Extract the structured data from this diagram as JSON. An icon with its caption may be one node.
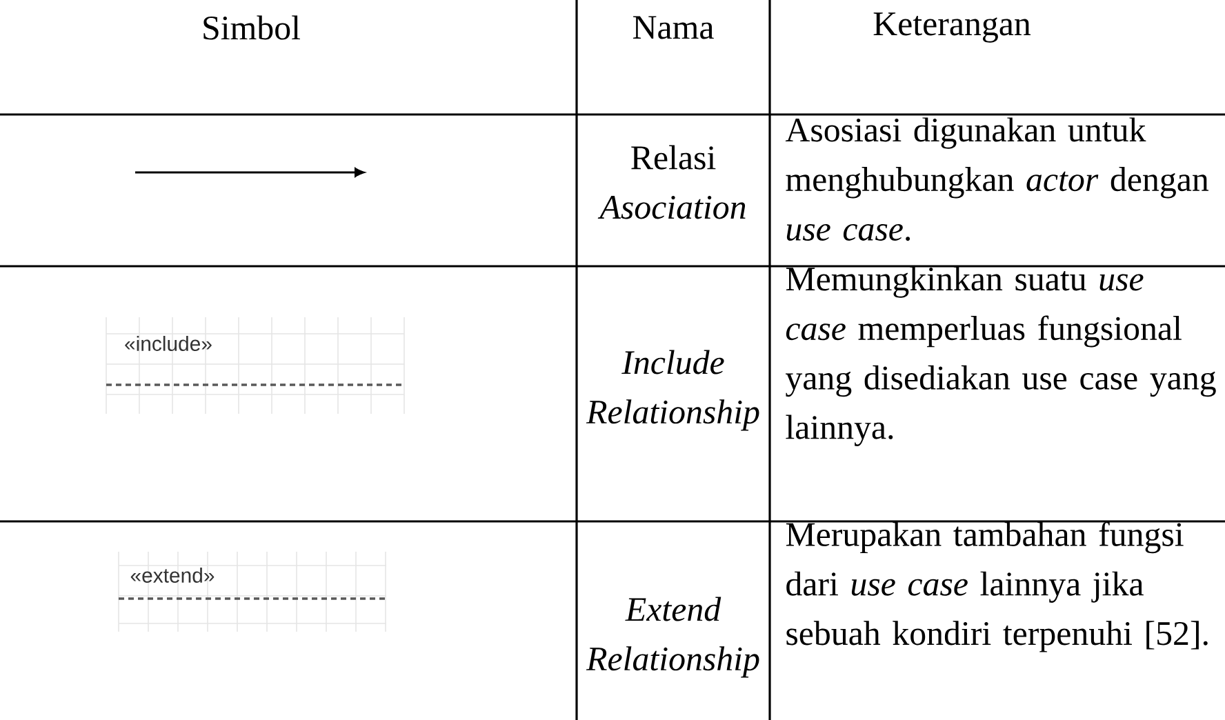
{
  "diagram": {
    "labels": [
      "Simbol",
      "Nama",
      "Keterangan",
      "Relasi *Asociation*",
      "Asosiasi digunakan untuk menghubungkan *actor* dengan *use case*.",
      "«include»",
      "Include Relationship",
      "Memungkinkan suatu *use case* memperluas fungsional yang disediakan use case yang lainnya.",
      "«extend»",
      "Extend Relationship",
      "Merupakan tambahan fungsi dari *use case* lainnya jika sebuah kondiri terpenuhi [52]."
    ]
  }
}
